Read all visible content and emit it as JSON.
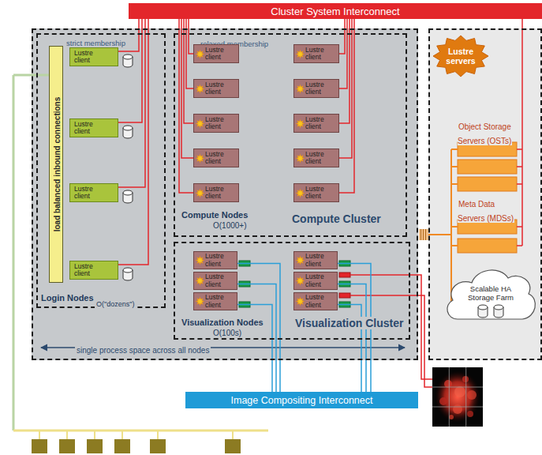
{
  "diagram": {
    "nodes": [
      {
        "text": [
          "Cluster System Interconnect"
        ]
      },
      {
        "text": [
          "single process space across all nodes"
        ]
      },
      {
        "text": [
          "strict membership",
          "Login Nodes",
          "O(\"dozens\")"
        ],
        "in": 1
      },
      {
        "text": [
          "load balanced inbound connections"
        ],
        "in": 2
      },
      {
        "text": [
          "Lustre client"
        ],
        "in": 2
      },
      {
        "text": [
          "Lustre client"
        ],
        "in": 2
      },
      {
        "text": [
          "Lustre client"
        ],
        "in": 2
      },
      {
        "text": [
          "Lustre client"
        ],
        "in": 2
      },
      {
        "text": [
          "relaxed membership",
          "Compute Nodes",
          "O(1000+)",
          "Compute Cluster"
        ],
        "in": 1
      },
      {
        "text": [
          "Lustre client"
        ],
        "in": 8
      },
      {
        "text": [
          "Lustre client"
        ],
        "in": 8
      },
      {
        "text": [
          "Lustre client"
        ],
        "in": 8
      },
      {
        "text": [
          "Lustre client"
        ],
        "in": 8
      },
      {
        "text": [
          "Lustre client"
        ],
        "in": 8
      },
      {
        "text": [
          "Lustre client"
        ],
        "in": 8
      },
      {
        "text": [
          "Lustre client"
        ],
        "in": 8
      },
      {
        "text": [
          "Lustre client"
        ],
        "in": 8
      },
      {
        "text": [
          "Lustre client"
        ],
        "in": 8
      },
      {
        "text": [
          "Lustre client"
        ],
        "in": 8
      },
      {
        "text": [
          "Visualization Nodes",
          "O(100s)",
          "Visualization Cluster"
        ],
        "in": 1
      },
      {
        "text": [
          "Lustre client"
        ],
        "in": 19
      },
      {
        "text": [
          "Lustre client"
        ],
        "in": 19
      },
      {
        "text": [
          "Lustre client"
        ],
        "in": 19
      },
      {
        "text": [
          "Lustre client"
        ],
        "in": 19
      },
      {
        "text": [
          "Lustre client"
        ],
        "in": 19
      },
      {
        "text": [
          "Lustre client"
        ],
        "in": 19
      },
      {
        "text": [
          "Object Storage Servers (OSTs)",
          "Meta Data Servers (MDSs)"
        ]
      },
      {
        "text": [
          "Lustre servers"
        ],
        "in": 26
      },
      {
        "text": [
          "Scalable HA Storage Farm"
        ],
        "in": 26
      },
      {
        "text": [
          "Image Compositing Interconnect"
        ]
      }
    ],
    "edges": [
      {
        "from": 4,
        "to": 0,
        "arrow": "none"
      },
      {
        "from": 5,
        "to": 0,
        "arrow": "none"
      },
      {
        "from": 6,
        "to": 0,
        "arrow": "none"
      },
      {
        "from": 7,
        "to": 0,
        "arrow": "none"
      },
      {
        "from": 9,
        "to": 0,
        "arrow": "none"
      },
      {
        "from": 10,
        "to": 0,
        "arrow": "none"
      },
      {
        "from": 11,
        "to": 0,
        "arrow": "none"
      },
      {
        "from": 12,
        "to": 0,
        "arrow": "none"
      },
      {
        "from": 13,
        "to": 0,
        "arrow": "none"
      },
      {
        "from": 14,
        "to": 0,
        "arrow": "none"
      },
      {
        "from": 15,
        "to": 0,
        "arrow": "none"
      },
      {
        "from": 16,
        "to": 0,
        "arrow": "none"
      },
      {
        "from": 17,
        "to": 0,
        "arrow": "none"
      },
      {
        "from": 18,
        "to": 0,
        "arrow": "none"
      },
      {
        "from": 26,
        "to": 0,
        "arrow": "none"
      },
      {
        "from": 20,
        "to": 29,
        "arrow": "none"
      },
      {
        "from": 21,
        "to": 29,
        "arrow": "none"
      },
      {
        "from": 22,
        "to": 29,
        "arrow": "none"
      },
      {
        "from": 23,
        "to": 29,
        "arrow": "none"
      },
      {
        "from": 24,
        "to": 29,
        "arrow": "none"
      },
      {
        "from": 25,
        "to": 29,
        "arrow": "none"
      }
    ]
  }
}
